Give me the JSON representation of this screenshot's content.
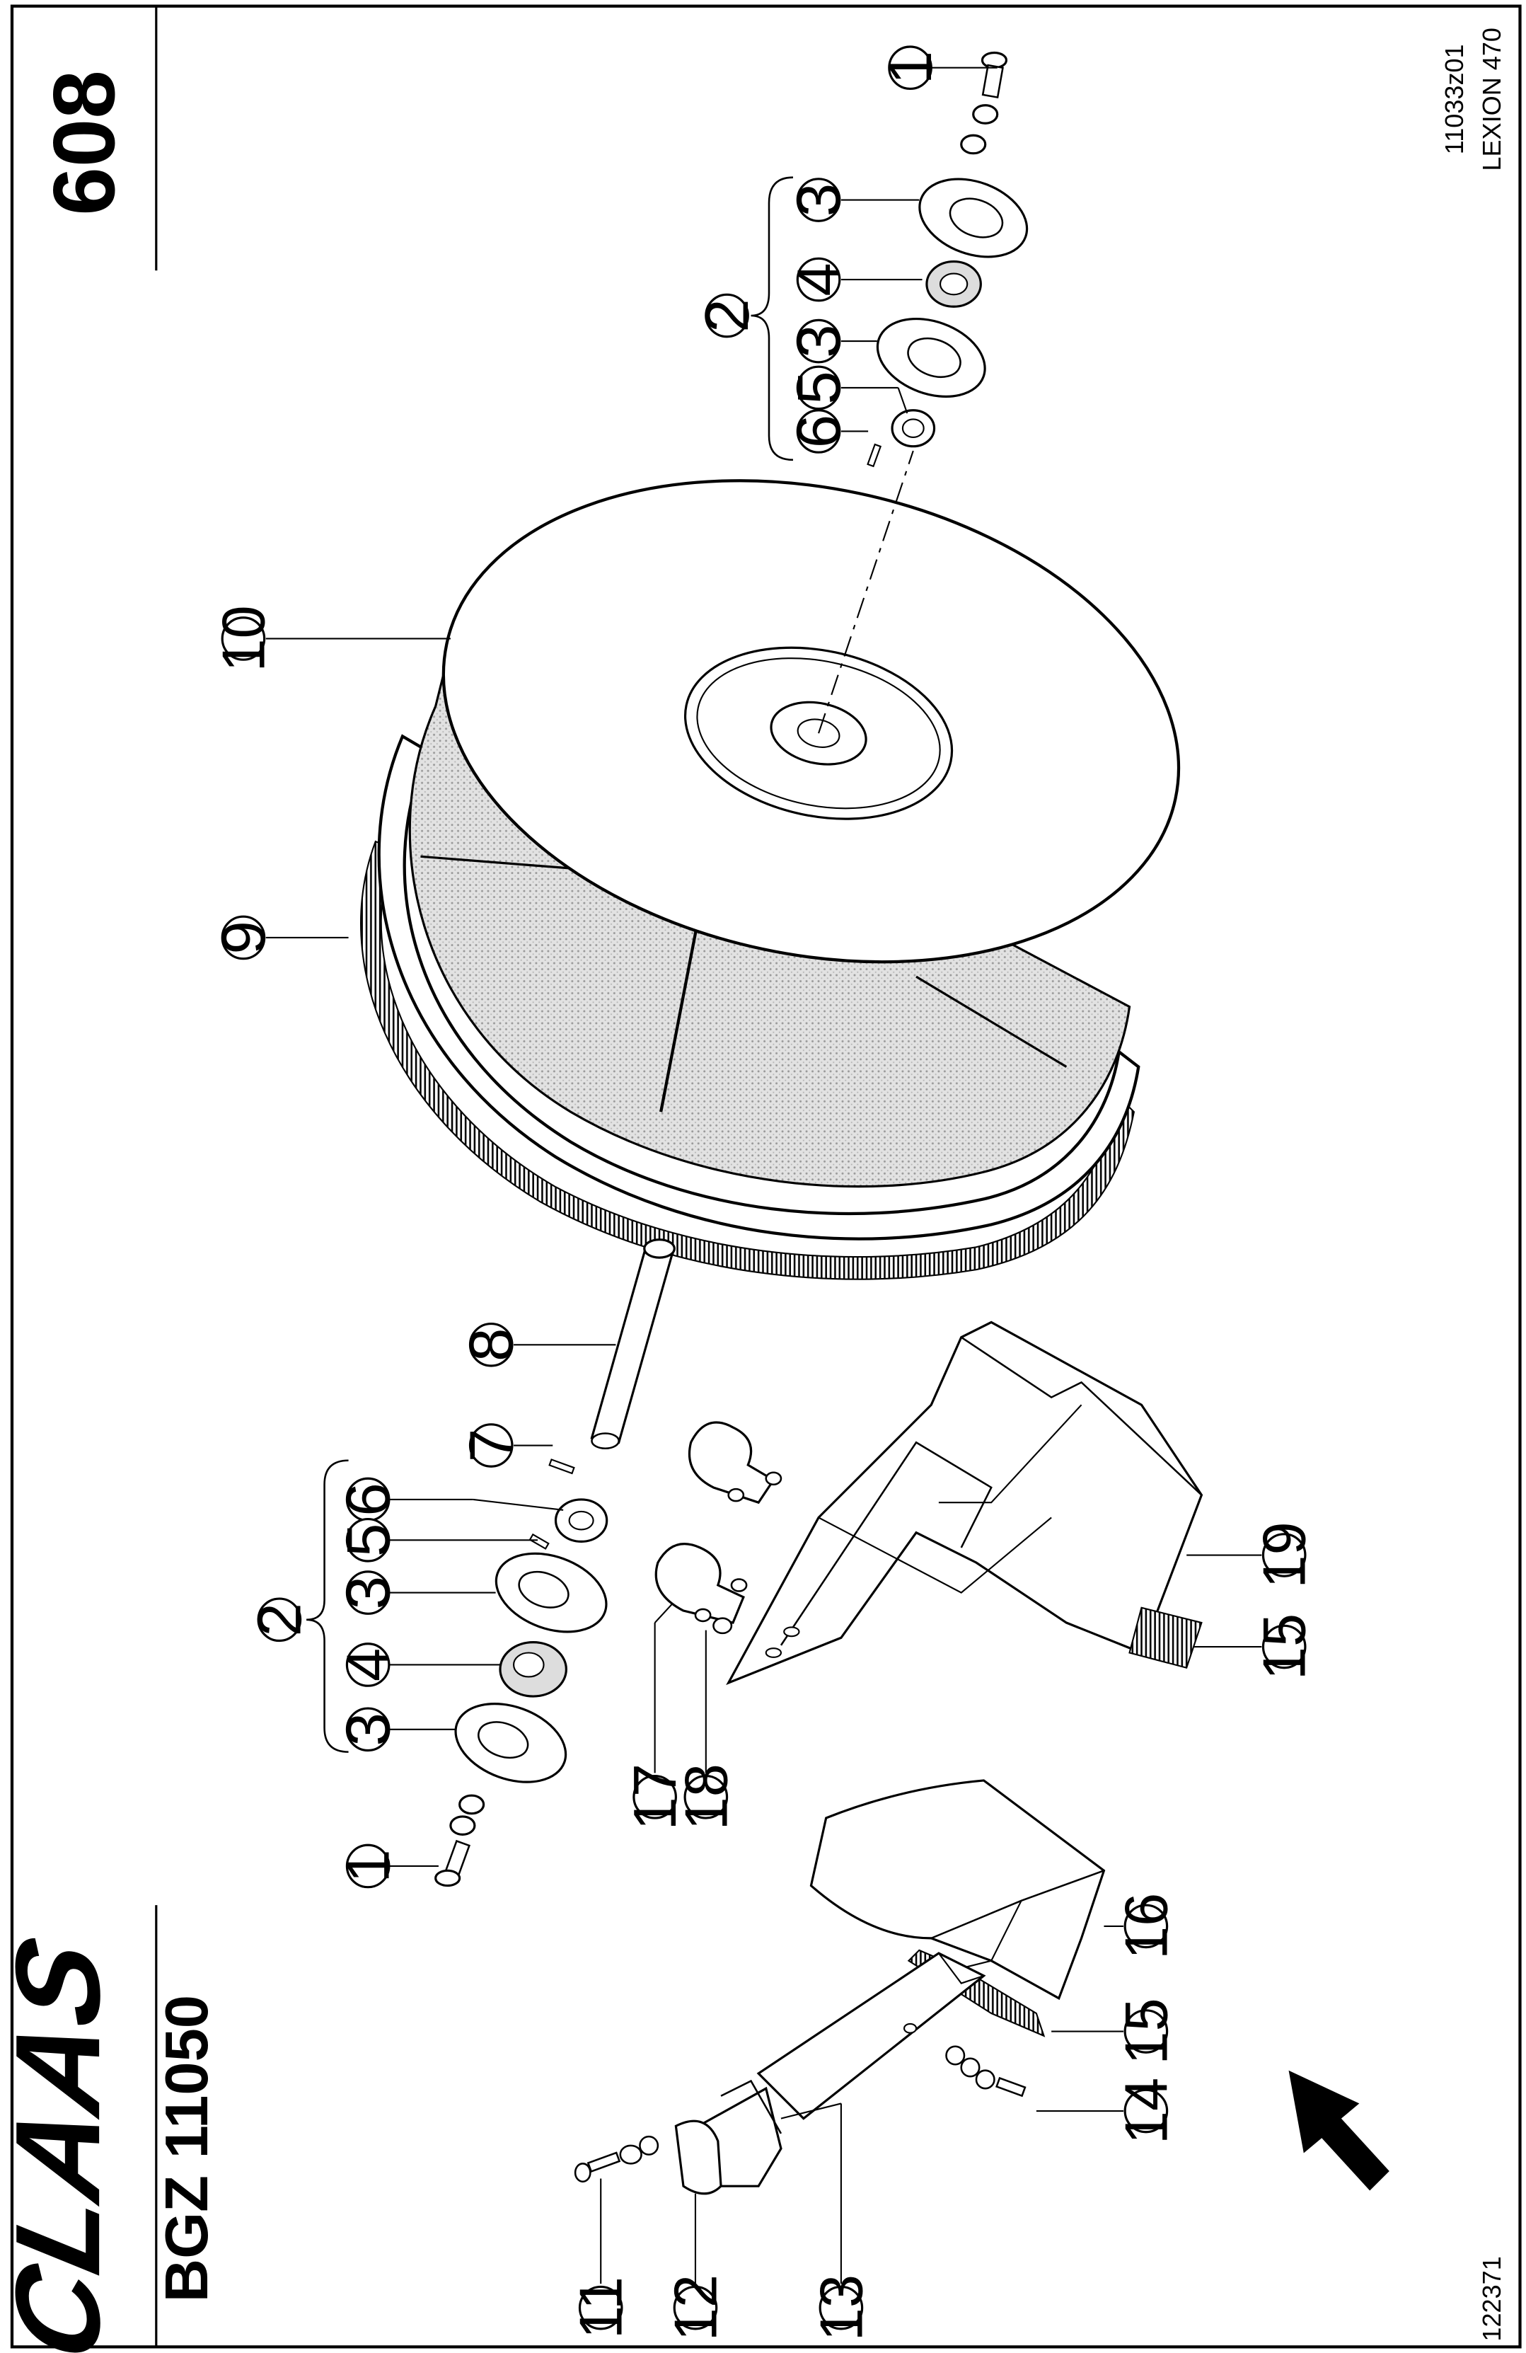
{
  "header": {
    "brand": "CLAAS",
    "page_number": "608",
    "assembly_code": "BGZ 11050",
    "drawing_code": "11033z01",
    "machine_model": "LEXION 470",
    "image_number": "122371"
  },
  "callouts": [
    {
      "id": "c1a",
      "label": "1"
    },
    {
      "id": "c3a",
      "label": "3"
    },
    {
      "id": "c4a",
      "label": "4"
    },
    {
      "id": "c2a",
      "label": "2"
    },
    {
      "id": "c3b",
      "label": "3"
    },
    {
      "id": "c5a",
      "label": "5"
    },
    {
      "id": "c6a",
      "label": "6"
    },
    {
      "id": "c10",
      "label": "10"
    },
    {
      "id": "c9",
      "label": "9"
    },
    {
      "id": "c8",
      "label": "8"
    },
    {
      "id": "c7",
      "label": "7"
    },
    {
      "id": "c6b",
      "label": "6"
    },
    {
      "id": "c5b",
      "label": "5"
    },
    {
      "id": "c3c",
      "label": "3"
    },
    {
      "id": "c2b",
      "label": "2"
    },
    {
      "id": "c4b",
      "label": "4"
    },
    {
      "id": "c3d",
      "label": "3"
    },
    {
      "id": "c1b",
      "label": "1"
    },
    {
      "id": "c19",
      "label": "19"
    },
    {
      "id": "c15a",
      "label": "15"
    },
    {
      "id": "c17",
      "label": "17"
    },
    {
      "id": "c18",
      "label": "18"
    },
    {
      "id": "c16",
      "label": "16"
    },
    {
      "id": "c15b",
      "label": "15"
    },
    {
      "id": "c14",
      "label": "14"
    },
    {
      "id": "c11",
      "label": "11"
    },
    {
      "id": "c12",
      "label": "12"
    },
    {
      "id": "c13",
      "label": "13"
    }
  ],
  "parts_icons": {
    "bolt": "bolt-icon",
    "washer": "washer-icon",
    "flange": "bearing-flange-icon",
    "bearing": "ball-bearing-icon",
    "collar": "locking-collar-icon",
    "pin": "pin-icon",
    "shaft": "shaft-icon",
    "drum": "drum-icon",
    "brush": "brush-strip-icon",
    "bracket": "bracket-icon",
    "clamp": "clamp-icon",
    "arrow": "direction-arrow-icon"
  },
  "colors": {
    "ink": "#000000",
    "paper": "#ffffff",
    "screen": "#d6d6d6"
  }
}
